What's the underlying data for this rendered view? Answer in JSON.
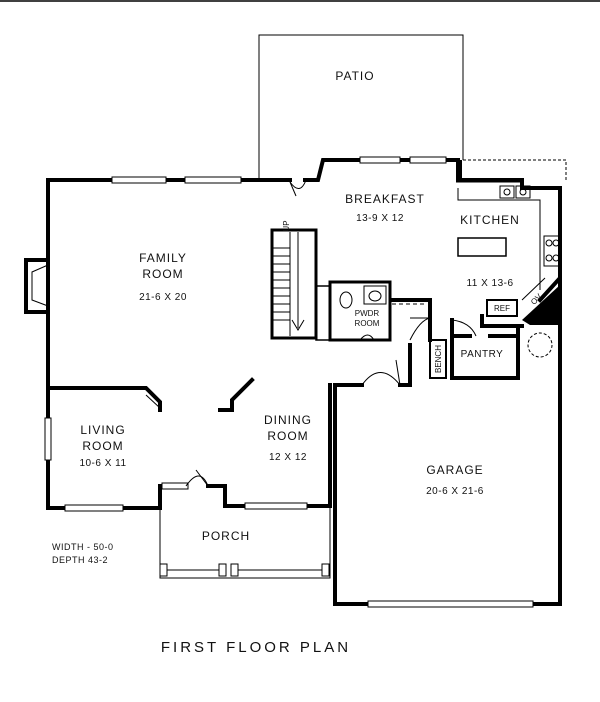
{
  "plan": {
    "title": "FIRST FLOOR PLAN",
    "notes": {
      "width": "WIDTH - 50-0",
      "depth": "DEPTH 43-2"
    },
    "rooms": {
      "patio": {
        "name": "PATIO"
      },
      "breakfast": {
        "name": "BREAKFAST",
        "size": "13-9 X 12"
      },
      "kitchen": {
        "name": "KITCHEN",
        "size": "11 X 13-6"
      },
      "family": {
        "name_line1": "FAMILY",
        "name_line2": "ROOM",
        "size": "21-6 X 20"
      },
      "powder": {
        "name_line1": "PWDR",
        "name_line2": "ROOM"
      },
      "living": {
        "name_line1": "LIVING",
        "name_line2": "ROOM",
        "size": "10-6 X 11"
      },
      "dining": {
        "name_line1": "DINING",
        "name_line2": "ROOM",
        "size": "12 X 12"
      },
      "garage": {
        "name": "GARAGE",
        "size": "20-6 X 21-6"
      },
      "porch": {
        "name": "PORCH"
      },
      "pantry": {
        "name": "PANTRY"
      }
    },
    "fixtures": {
      "ref": "REF",
      "oven": "OV",
      "bench": "BENCH",
      "stair_up": "UP"
    }
  }
}
